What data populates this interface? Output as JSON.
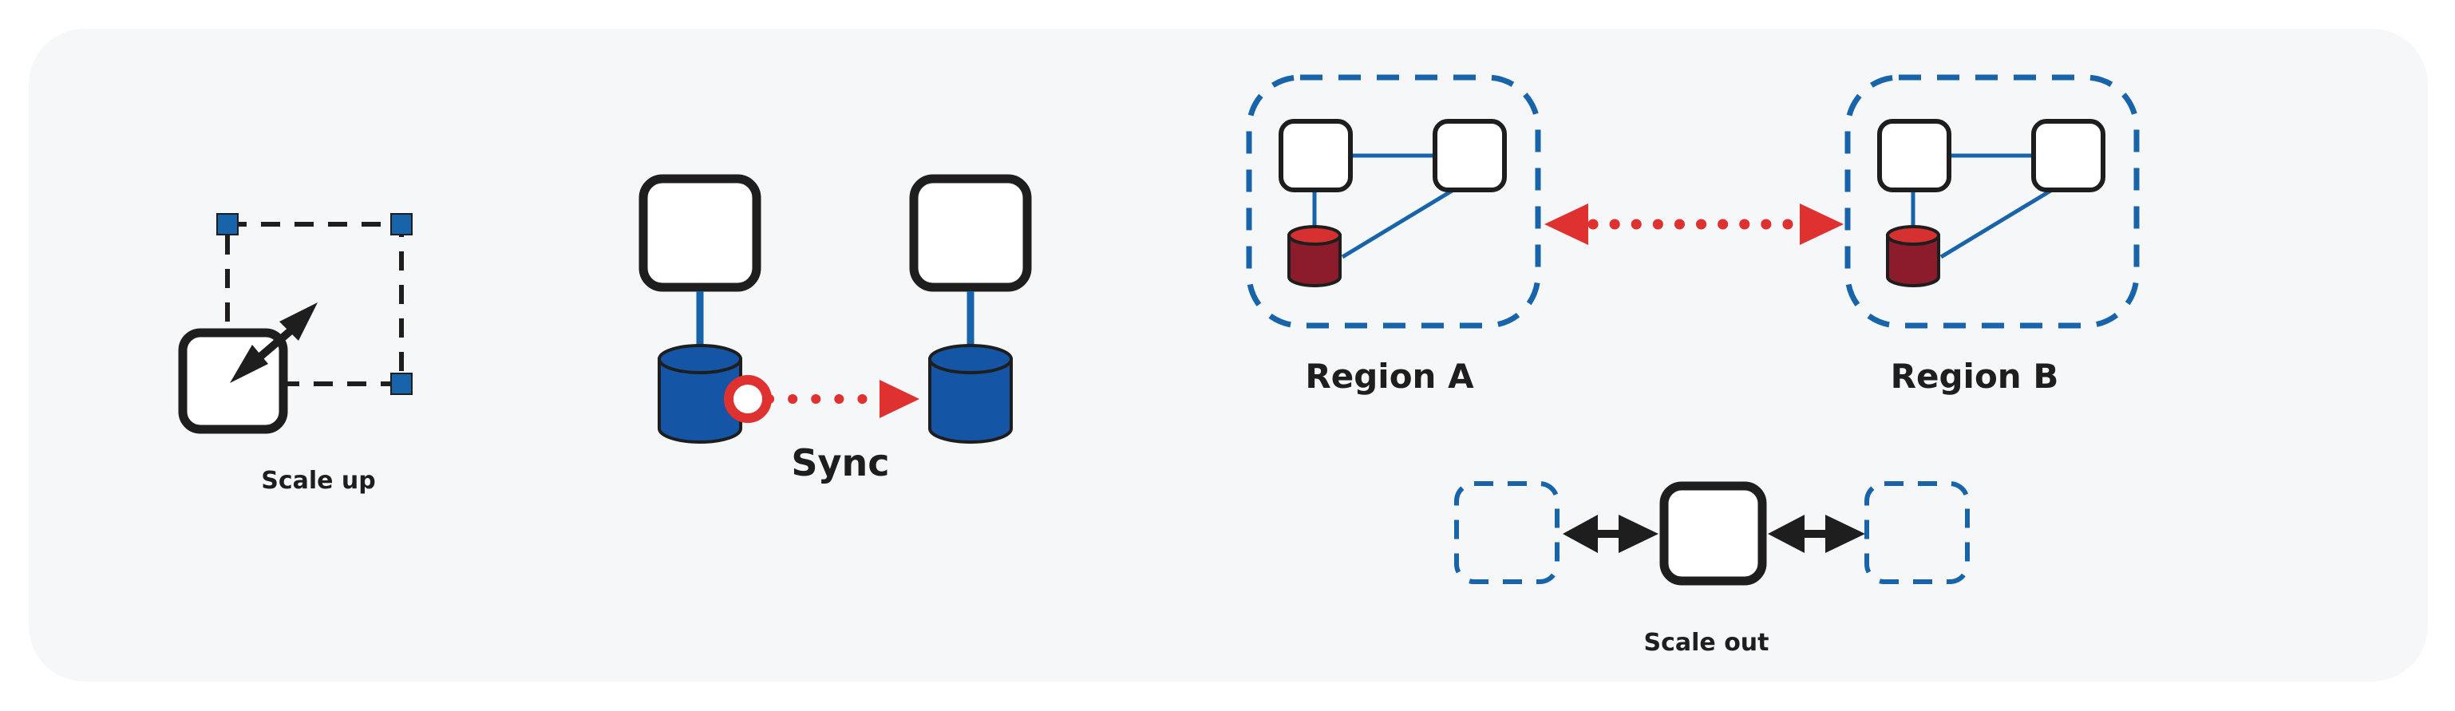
{
  "labels": {
    "scale_up": "Scale up",
    "sync": "Sync",
    "region_a": "Region A",
    "region_b": "Region B",
    "scale_out": "Scale out"
  },
  "colors": {
    "panel_bg": "#f6f7f9",
    "ink": "#1e1e1e",
    "blue": "#1864ab",
    "db_blue": "#1555a6",
    "red": "#e03131",
    "db_red": "#8c1c2c",
    "db_red_top": "#d63030",
    "white": "#ffffff"
  }
}
